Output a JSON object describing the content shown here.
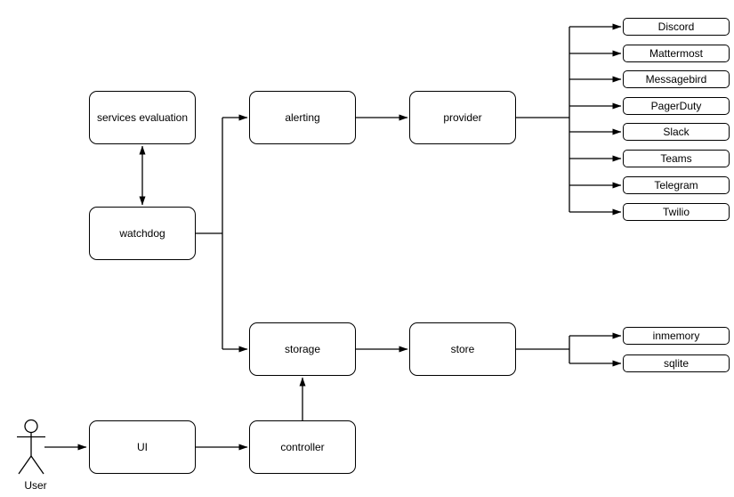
{
  "nodes": {
    "services_evaluation": "services evaluation",
    "watchdog": "watchdog",
    "alerting": "alerting",
    "provider": "provider",
    "storage": "storage",
    "store": "store",
    "ui": "UI",
    "controller": "controller"
  },
  "actor": {
    "label": "User"
  },
  "providers": [
    "Discord",
    "Mattermost",
    "Messagebird",
    "PagerDuty",
    "Slack",
    "Teams",
    "Telegram",
    "Twilio"
  ],
  "stores": [
    "inmemory",
    "sqlite"
  ],
  "edges": [
    {
      "from": "services_evaluation",
      "to": "watchdog",
      "direction": "bidirectional"
    },
    {
      "from": "watchdog",
      "to": "alerting",
      "direction": "forward"
    },
    {
      "from": "watchdog",
      "to": "storage",
      "direction": "forward"
    },
    {
      "from": "alerting",
      "to": "provider",
      "direction": "forward"
    },
    {
      "from": "provider",
      "to": "Discord",
      "direction": "forward"
    },
    {
      "from": "provider",
      "to": "Mattermost",
      "direction": "forward"
    },
    {
      "from": "provider",
      "to": "Messagebird",
      "direction": "forward"
    },
    {
      "from": "provider",
      "to": "PagerDuty",
      "direction": "forward"
    },
    {
      "from": "provider",
      "to": "Slack",
      "direction": "forward"
    },
    {
      "from": "provider",
      "to": "Teams",
      "direction": "forward"
    },
    {
      "from": "provider",
      "to": "Telegram",
      "direction": "forward"
    },
    {
      "from": "provider",
      "to": "Twilio",
      "direction": "forward"
    },
    {
      "from": "storage",
      "to": "store",
      "direction": "forward"
    },
    {
      "from": "store",
      "to": "inmemory",
      "direction": "forward"
    },
    {
      "from": "store",
      "to": "sqlite",
      "direction": "forward"
    },
    {
      "from": "controller",
      "to": "storage",
      "direction": "forward"
    },
    {
      "from": "ui",
      "to": "controller",
      "direction": "forward"
    },
    {
      "from": "user",
      "to": "ui",
      "direction": "forward"
    }
  ],
  "colors": {
    "line": "#000000",
    "node_border": "#000000",
    "node_fill": "#ffffff",
    "background": "#ffffff",
    "text": "#000000"
  }
}
